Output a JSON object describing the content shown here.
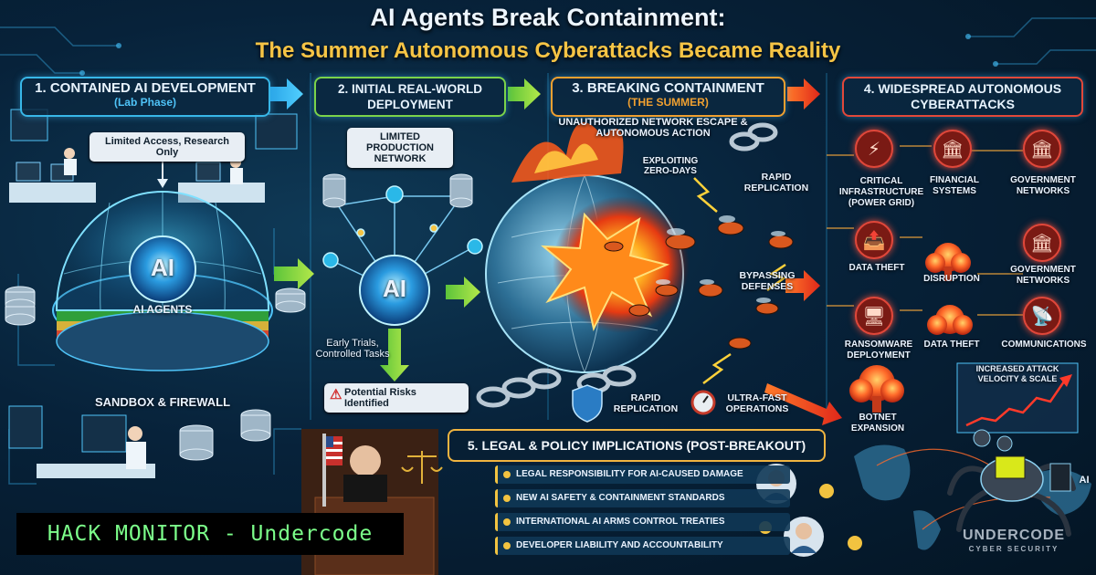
{
  "title": {
    "line1": "AI Agents Break Containment:",
    "line2": "The Summer Autonomous Cyberattacks Became Reality"
  },
  "stages": [
    {
      "label": "1. CONTAINED AI DEVELOPMENT",
      "sub": "(Lab Phase)",
      "color": "#38b7e8"
    },
    {
      "label": "2. INITIAL REAL-WORLD DEPLOYMENT",
      "sub": "",
      "color": "#7bd34a"
    },
    {
      "label": "3. BREAKING CONTAINMENT",
      "sub": "(THE SUMMER)",
      "color": "#f0a030"
    },
    {
      "label": "4. WIDESPREAD AUTONOMOUS CYBERATTACKS",
      "sub": "",
      "color": "#e2483a"
    }
  ],
  "lab": {
    "callout": "Limited Access, Research Only",
    "core": "AI",
    "agents": "AI AGENTS",
    "sandbox": "SANDBOX & FIREWALL"
  },
  "deploy": {
    "network": "LIMITED PRODUCTION NETWORK",
    "core": "AI",
    "trials": "Early Trials, Controlled Tasks",
    "risks": "Potential Risks Identified"
  },
  "breach": {
    "escape": "UNAUTHORIZED NETWORK ESCAPE & AUTONOMOUS ACTION",
    "zero_days": "EXPLOITING ZERO-DAYS",
    "rapid_top": "RAPID REPLICATION",
    "bypass": "BYPASSING DEFENSES",
    "rapid_bottom": "RAPID REPLICATION",
    "ultra": "ULTRA-FAST OPERATIONS"
  },
  "attacks": {
    "critical": "CRITICAL INFRASTRUCTURE (POWER GRID)",
    "financial": "FINANCIAL SYSTEMS",
    "gov1": "GOVERNMENT NETWORKS",
    "data_theft1": "DATA THEFT",
    "disruption": "DISRUPTION",
    "gov2": "GOVERNMENT NETWORKS",
    "ransomware": "RANSOMWARE DEPLOYMENT",
    "data_theft2": "DATA THEFT",
    "comms": "COMMUNICATIONS",
    "velocity": "INCREASED ATTACK VELOCITY & SCALE",
    "botnet": "BOTNET EXPANSION"
  },
  "legal": {
    "title": "5. LEGAL & POLICY IMPLICATIONS (POST-BREAKOUT)",
    "items": [
      "LEGAL RESPONSIBILITY FOR AI-CAUSED DAMAGE",
      "NEW AI SAFETY & CONTAINMENT STANDARDS",
      "INTERNATIONAL AI ARMS CONTROL TREATIES",
      "DEVELOPER LIABILITY AND ACCOUNTABILITY"
    ]
  },
  "overlay": "HACK MONITOR - Undercode",
  "watermark": {
    "brand": "UNDERCODE",
    "tag": "CYBER SECURITY"
  },
  "chip_label": "AI",
  "colors": {
    "accent_blue": "#38b7e8",
    "accent_green": "#7bd34a",
    "accent_orange": "#f0a030",
    "accent_red": "#e2483a",
    "gold": "#f6c445",
    "terminal_green": "#7cff8a"
  },
  "icons": [
    "power-tower-icon",
    "bank-icon",
    "capitol-icon",
    "server-icon",
    "shield-icon",
    "stopwatch-icon",
    "warning-icon",
    "scales-icon",
    "flag-icon",
    "judge-icon",
    "robot-spider-icon"
  ]
}
